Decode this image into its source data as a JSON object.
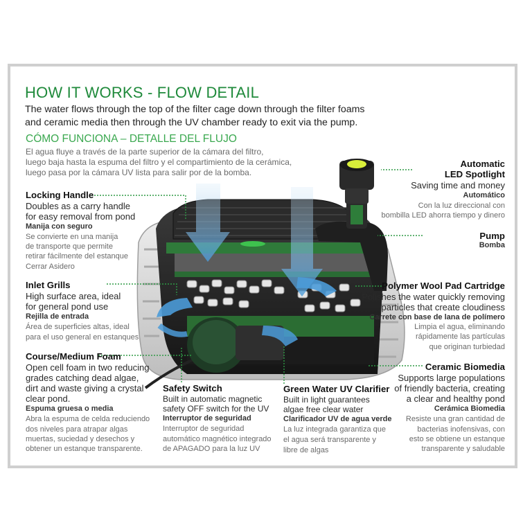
{
  "header": {
    "title": "HOW IT WORKS - FLOW DETAIL",
    "intro_lines": [
      "The water flows through the top of the filter cage down through the filter foams",
      "and ceramic media then through the UV chamber ready to exit via the pump."
    ],
    "es_title": "CÓMO FUNCIONA – DETALLE DEL FLUJO",
    "es_lines": [
      "El agua fluye a través de la parte superior de la cámara del filtro,",
      "luego baja hasta la espuma del filtro y el compartimiento de la cerámica,",
      "luego pasa por la cámara UV lista para salir por de la bomba."
    ]
  },
  "callouts": {
    "locking_handle": {
      "title": "Locking Handle",
      "desc": [
        "Doubles as a carry handle",
        "for easy removal from pond"
      ],
      "es_title": "Manija con seguro",
      "es_desc": [
        "Se convierte en una manija",
        "de transporte que permite",
        "retirar fácilmente del estanque",
        "Cerrar Asidero"
      ]
    },
    "inlet_grills": {
      "title": "Inlet Grills",
      "desc": [
        "High surface area, ideal",
        "for general pond use"
      ],
      "es_title": "Rejilla de entrada",
      "es_desc": [
        "Área de superficies altas, ideal",
        "para el uso general en estanques"
      ]
    },
    "course_foam": {
      "title": "Course/Medium Foam",
      "desc": [
        "Open cell foam in two reducing",
        "grades catching dead algae,",
        "dirt and waste giving a crystal",
        "clear pond."
      ],
      "es_title": "Espuma gruesa o media",
      "es_desc": [
        "Abra la espuma de celda reduciendo",
        "dos niveles para atrapar algas",
        "muertas, suciedad y desechos y",
        "obtener un estanque transparente."
      ]
    },
    "safety_switch": {
      "title": "Safety Switch",
      "desc": [
        "Built in automatic magnetic",
        "safety OFF switch for the UV"
      ],
      "es_title": "Interruptor de seguridad",
      "es_desc": [
        "Interruptor de seguridad",
        "automático magnético integrado",
        "de APAGADO para la luz UV"
      ]
    },
    "uv_clarifier": {
      "title": "Green Water UV Clarifier",
      "desc": [
        "Built in light guarantees",
        "algae free clear water"
      ],
      "es_title": "Clarificador UV de agua verde",
      "es_desc": [
        "La luz integrada garantiza que",
        "el agua será transparente y",
        "libre de algas"
      ]
    },
    "led_spotlight": {
      "title": [
        "Automatic",
        "LED Spotlight"
      ],
      "desc": [
        "Saving time and money"
      ],
      "es_title": "Automático",
      "es_desc": [
        "Con la luz direccional con",
        "bombilla LED ahorra tiempo y dinero"
      ]
    },
    "pump": {
      "title": "Pump",
      "es_title": "Bomba"
    },
    "wool_pad": {
      "title": "Polymer Wool Pad Cartridge",
      "desc": [
        "Polishes the water quickly removing",
        "particles that create cloudiness"
      ],
      "es_title": "Carrete con base de lana de polímero",
      "es_desc": [
        "Limpia el agua, eliminando",
        "rápidamente las partículas",
        "que originan turbiedad"
      ]
    },
    "ceramic_biomedia": {
      "title": "Ceramic Biomedia",
      "desc": [
        "Supports large populations",
        "of friendly bacteria, creating",
        "a clear and healthy pond"
      ],
      "es_title": "Cerámica Biomedia",
      "es_desc": [
        "Resiste una gran cantidad de",
        "bacterias inofensivas, con",
        "esto se obtiene un estanque",
        "transparente y saludable"
      ]
    }
  },
  "colors": {
    "title_green": "#1f8a3b",
    "subtitle_green": "#3aa84f",
    "leader_green": "#2e9a45",
    "flow_blue": "#5aa6dd",
    "frame_gray": "#cfcfcf"
  }
}
